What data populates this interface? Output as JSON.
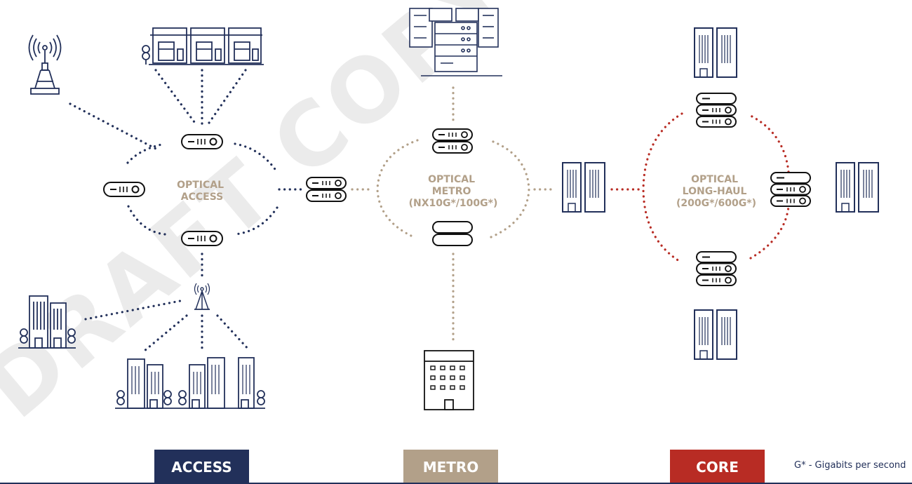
{
  "watermark": "DRAFT COPY",
  "colors": {
    "access": "#22305a",
    "metro": "#b2a089",
    "core": "#b82c24",
    "icon": "#22305a",
    "device": "#111111"
  },
  "labels": {
    "optical_access": [
      "OPTICAL",
      "ACCESS"
    ],
    "optical_metro": [
      "OPTICAL",
      "METRO",
      "(NX10G*/100G*)"
    ],
    "optical_longhaul": [
      "OPTICAL",
      "LONG-HAUL",
      "(200G*/600G*)"
    ]
  },
  "tabs": {
    "access": "ACCESS",
    "metro": "METRO",
    "core": "CORE"
  },
  "footnote": "G* - Gigabits per second",
  "icons": [
    "cell-tower-icon",
    "shops-icon",
    "office-buildings-icon",
    "small-antenna-icon",
    "apartment-buildings-icon",
    "data-center-icon",
    "office-building-icon",
    "router-icon",
    "server-icon"
  ]
}
